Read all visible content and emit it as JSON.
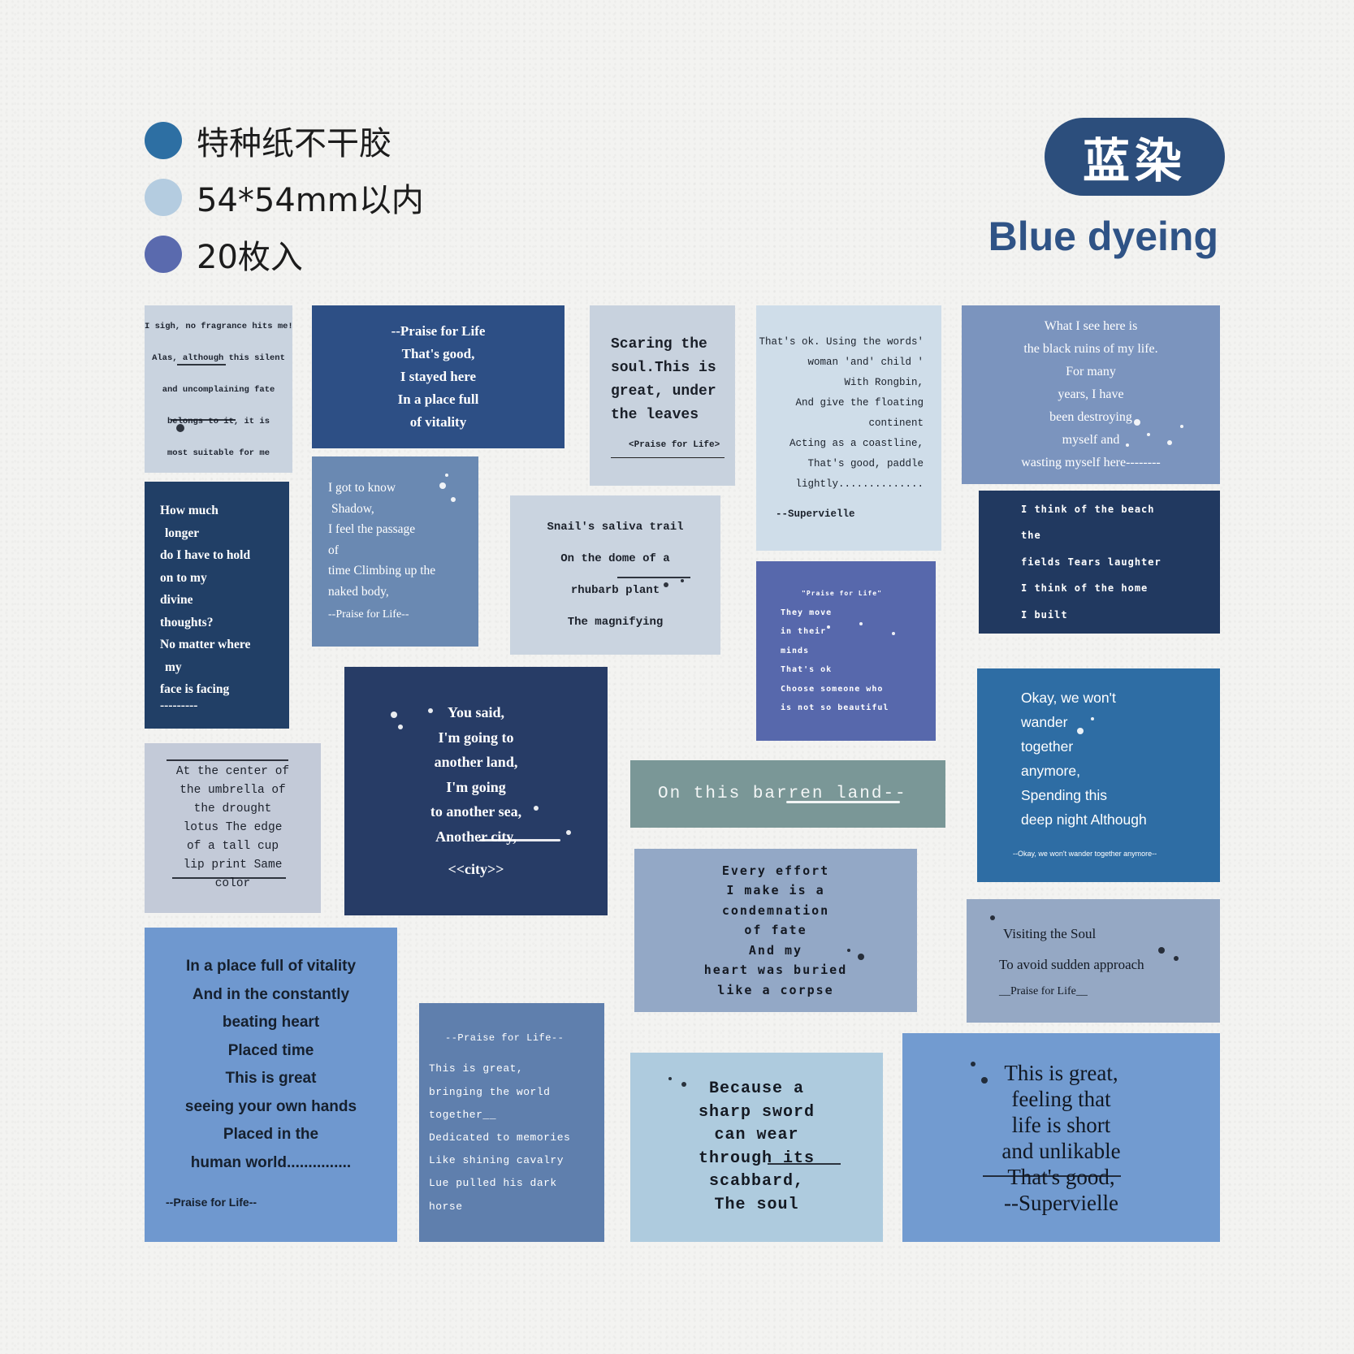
{
  "legend": [
    {
      "color": "#2d6fa3",
      "text": "特种纸不干胶"
    },
    {
      "color": "#b4cce0",
      "text": "54*54mm以内"
    },
    {
      "color": "#5a6aae",
      "text": "20枚入"
    }
  ],
  "title_cn": "蓝染",
  "title_en": "Blue dyeing",
  "cards": [
    {
      "id": "c1",
      "lines": [
        "I sigh, no fragrance hits me!",
        "Alas, although this silent",
        "and uncomplaining fate",
        "belongs to it, it is",
        "most suitable for me"
      ]
    },
    {
      "id": "c2",
      "lines": [
        "--Praise for Life",
        "That's good,",
        "I stayed here",
        "In a place full",
        "of vitality"
      ]
    },
    {
      "id": "c3",
      "lines": [
        "Scaring the",
        "soul.This is",
        "great, under",
        "the leaves",
        "<Praise for Life>"
      ]
    },
    {
      "id": "c4",
      "lines": [
        "That's ok. Using the words'",
        "woman 'and' child '",
        "With Rongbin,",
        "And give the floating",
        "continent",
        "Acting as a coastline,",
        "That's good, paddle",
        "lightly..............",
        "--Supervielle"
      ]
    },
    {
      "id": "c5",
      "lines": [
        "What I see here is",
        "the black ruins of my life.",
        "For many",
        "years, I have",
        "been destroying",
        "myself and",
        "wasting myself here--------"
      ]
    },
    {
      "id": "c6",
      "lines": [
        "How much",
        "longer",
        "do I have to hold",
        "on to my",
        "divine",
        "thoughts?",
        "No matter where",
        "my",
        "face is facing",
        "---------"
      ]
    },
    {
      "id": "c7",
      "lines": [
        "I got to know",
        "Shadow,",
        "I feel the passage",
        "of",
        "time Climbing up the",
        "naked body,",
        "--Praise for Life--"
      ]
    },
    {
      "id": "c8",
      "lines": [
        "Snail's saliva trail",
        "On the dome of a",
        "rhubarb plant",
        "The magnifying"
      ]
    },
    {
      "id": "c9",
      "lines": [
        "I think of the beach",
        "the",
        "fields Tears laughter",
        "I think of the home",
        "I built"
      ]
    },
    {
      "id": "c10",
      "lines": [
        "\"Praise for Life\"",
        "They move",
        "in their",
        "minds",
        "That's ok",
        "Choose someone who",
        "is not so beautiful"
      ]
    },
    {
      "id": "c11",
      "lines": [
        "At the center of",
        "the umbrella of",
        "the drought",
        "lotus The edge",
        "of a tall cup",
        "lip print Same",
        "color"
      ]
    },
    {
      "id": "c12",
      "lines": [
        "You said,",
        "I'm going to",
        "another land,",
        "I'm going",
        "to another sea,",
        "Another city,",
        "<<city>>"
      ]
    },
    {
      "id": "c13",
      "lines": [
        "On this barren land--"
      ]
    },
    {
      "id": "c14",
      "lines": [
        "Okay, we won't",
        "wander",
        "together",
        "anymore,",
        "Spending this",
        "deep night Although",
        "--Okay, we won't wander together anymore--"
      ]
    },
    {
      "id": "c15",
      "lines": [
        "Every effort",
        "I make is a",
        "condemnation",
        "of fate",
        "And my",
        "heart was buried",
        "like a corpse"
      ]
    },
    {
      "id": "c16",
      "lines": [
        "Visiting the Soul",
        "To avoid sudden approach",
        "__Praise for Life__"
      ]
    },
    {
      "id": "c17",
      "lines": [
        "In a place full of vitality",
        "And in the constantly",
        "beating heart",
        "Placed time",
        "This is great",
        "seeing your own hands",
        "Placed in the",
        "human world...............",
        "--Praise for Life--"
      ]
    },
    {
      "id": "c18",
      "lines": [
        "--Praise for Life--",
        "This is great,",
        "bringing the world",
        "together__",
        "Dedicated to memories",
        "Like shining cavalry",
        "Lue pulled his dark",
        "horse"
      ]
    },
    {
      "id": "c19",
      "lines": [
        "Because a",
        "sharp sword",
        "can wear",
        "through its",
        "scabbard,",
        "The soul"
      ]
    },
    {
      "id": "c20",
      "lines": [
        "This is great,",
        "feeling that",
        "life is short",
        "and unlikable",
        "That's good,",
        "--Supervielle"
      ]
    }
  ]
}
